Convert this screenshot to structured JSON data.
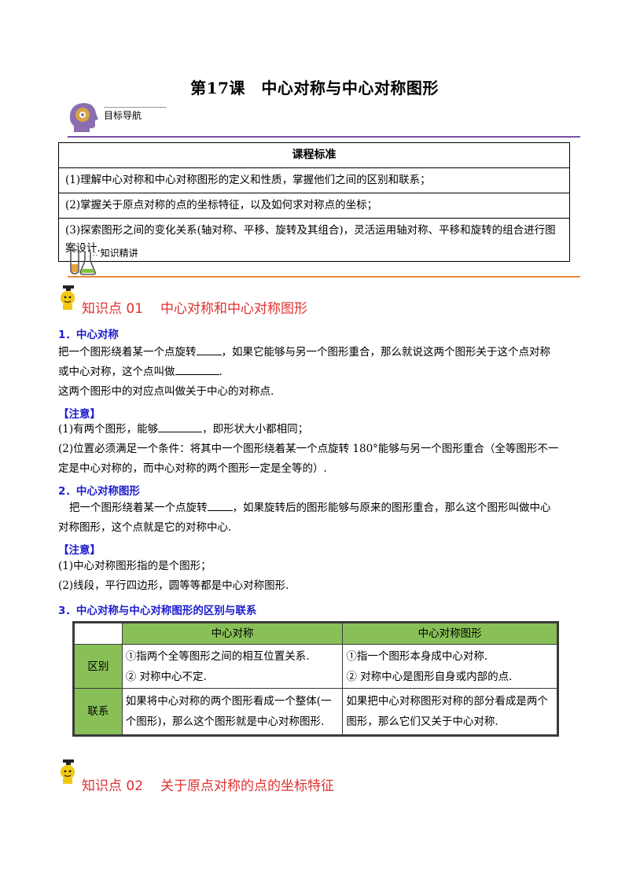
{
  "title": "第17课　中心对称与中心对称图形",
  "nav": {
    "goal_label": "目标导航",
    "knowledge_label": "知识精讲"
  },
  "standards": {
    "header": "课程标准",
    "items": [
      "(1)理解中心对称和中心对称图形的定义和性质，掌握他们之间的区别和联系；",
      "(2)掌握关于原点对称的点的坐标特征，以及如何求对称点的坐标；",
      "(3)探索图形之间的变化关系(轴对称、平移、旋转及其组合)，灵活运用轴对称、平移和旋转的组合进行图案设计."
    ]
  },
  "kp1": {
    "label": "知识点 01",
    "title": "中心对称和中心对称图形",
    "s1_title": "1．中心对称",
    "s1_p1a": "把一个图形绕着某一个点旋转",
    "s1_p1b": "，如果它能够与另一个图形重合，那么就说这两个图形关于这个点对称",
    "s1_p1c": "或中心对称，这个点叫做",
    "s1_p1d": ".",
    "s1_p2": "这两个图形中的对应点叫做关于中心的对称点.",
    "note1": "【注意】",
    "n1_a": "(1)有两个图形，能够",
    "n1_b": "，即形状大小都相同；",
    "n1_c": "(2)位置必须满足一个条件：将其中一个图形绕着某一个点旋转 180°能够与另一个图形重合（全等图形不一",
    "n1_d": "定是中心对称的，而中心对称的两个图形一定是全等的）.",
    "s2_title": "2．中心对称图形",
    "s2_p1a": "把一个图形绕着某一个点旋转",
    "s2_p1b": "，如果旋转后的图形能够与原来的图形重合，那么这个图形叫做中心",
    "s2_p1c": "对称图形，这个点就是它的对称中心.",
    "note2": "【注意】",
    "n2_a": "(1)中心对称图形指的是个图形；",
    "n2_b": "(2)线段，平行四边形，圆等等都是中心对称图形.",
    "s3_title": "3．中心对称与中心对称图形的区别与联系",
    "table": {
      "col1": "中心对称",
      "col2": "中心对称图形",
      "row1_label": "区别",
      "row1_c1": "①指两个全等图形之间的相互位置关系.",
      "row1_c1b": "② 对称中心不定.",
      "row1_c2": "①指一个图形本身成中心对称.",
      "row1_c2b": "② 对称中心是图形自身或内部的点.",
      "row2_label": "联系",
      "row2_c1": "如果将中心对称的两个图形看成一个整体(一个图形)，那么这个图形就是中心对称图形.",
      "row2_c2": "如果把中心对称图形对称的部分看成是两个图形，那么它们又关于中心对称."
    }
  },
  "kp2": {
    "label": "知识点 02",
    "title": "关于原点对称的点的坐标特征"
  }
}
